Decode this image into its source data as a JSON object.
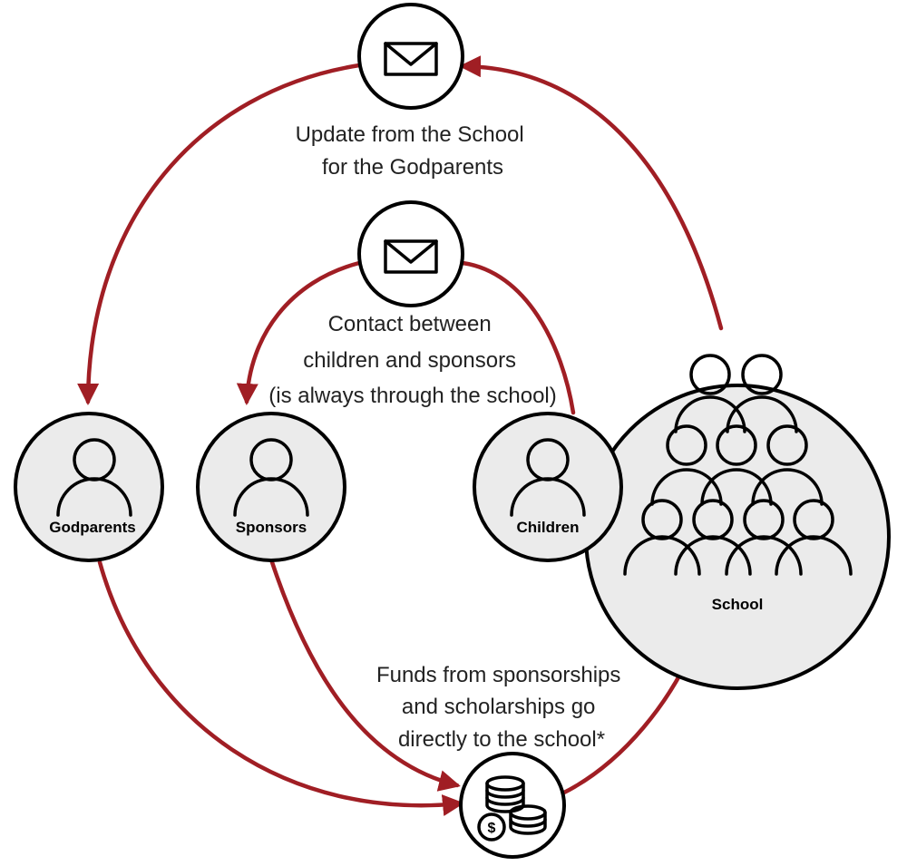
{
  "captions": {
    "update": [
      "Update from the School",
      "for the Godparents"
    ],
    "contact": [
      "Contact between",
      "children and sponsors",
      "(is always through the school)"
    ],
    "funds": [
      "Funds from sponsorships",
      "and scholarships go",
      "directly to the school*"
    ]
  },
  "nodes": {
    "godparents": "Godparents",
    "sponsors": "Sponsors",
    "children": "Children",
    "school": "School"
  },
  "icons": {
    "mail_top": "envelope-icon",
    "mail_middle": "envelope-icon",
    "funds": "coins-icon",
    "currency_symbol": "$"
  },
  "colors": {
    "arrow": "#a01e24",
    "node_fill": "#ebebeb",
    "outline": "#000000"
  }
}
